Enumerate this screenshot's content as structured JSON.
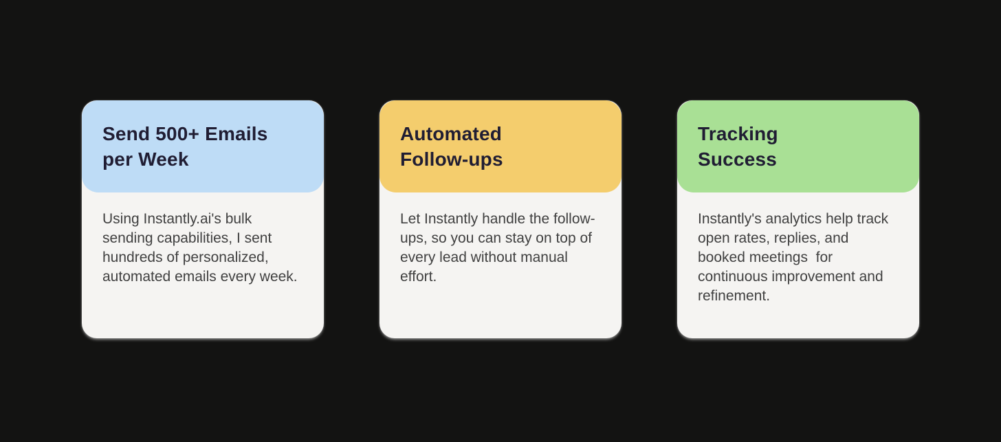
{
  "page": {
    "background_color": "#131312",
    "card_body_color": "#f5f4f2",
    "title_text_color": "#201d33",
    "body_text_color": "#404040"
  },
  "cards": [
    {
      "id": "send-emails",
      "header_color": "#bedcf6",
      "title_lines": [
        "Send 500+ Emails",
        "per Week"
      ],
      "title": "Send 500+ Emails per Week",
      "body": "Using Instantly.ai's bulk sending capabilities, I sent hundreds of personalized, automated emails every week."
    },
    {
      "id": "automated-follow-ups",
      "header_color": "#f4cd6d",
      "title_lines": [
        "Automated",
        "Follow-ups"
      ],
      "title": "Automated Follow-ups",
      "body": "Let Instantly handle the follow-ups, so you can stay on top of every lead without manual effort."
    },
    {
      "id": "tracking-success",
      "header_color": "#a9e095",
      "title_lines": [
        "Tracking",
        "Success"
      ],
      "title": "Tracking Success",
      "body": "Instantly's analytics help track open rates, replies, and booked meetings  for continuous improvement and refinement."
    }
  ]
}
